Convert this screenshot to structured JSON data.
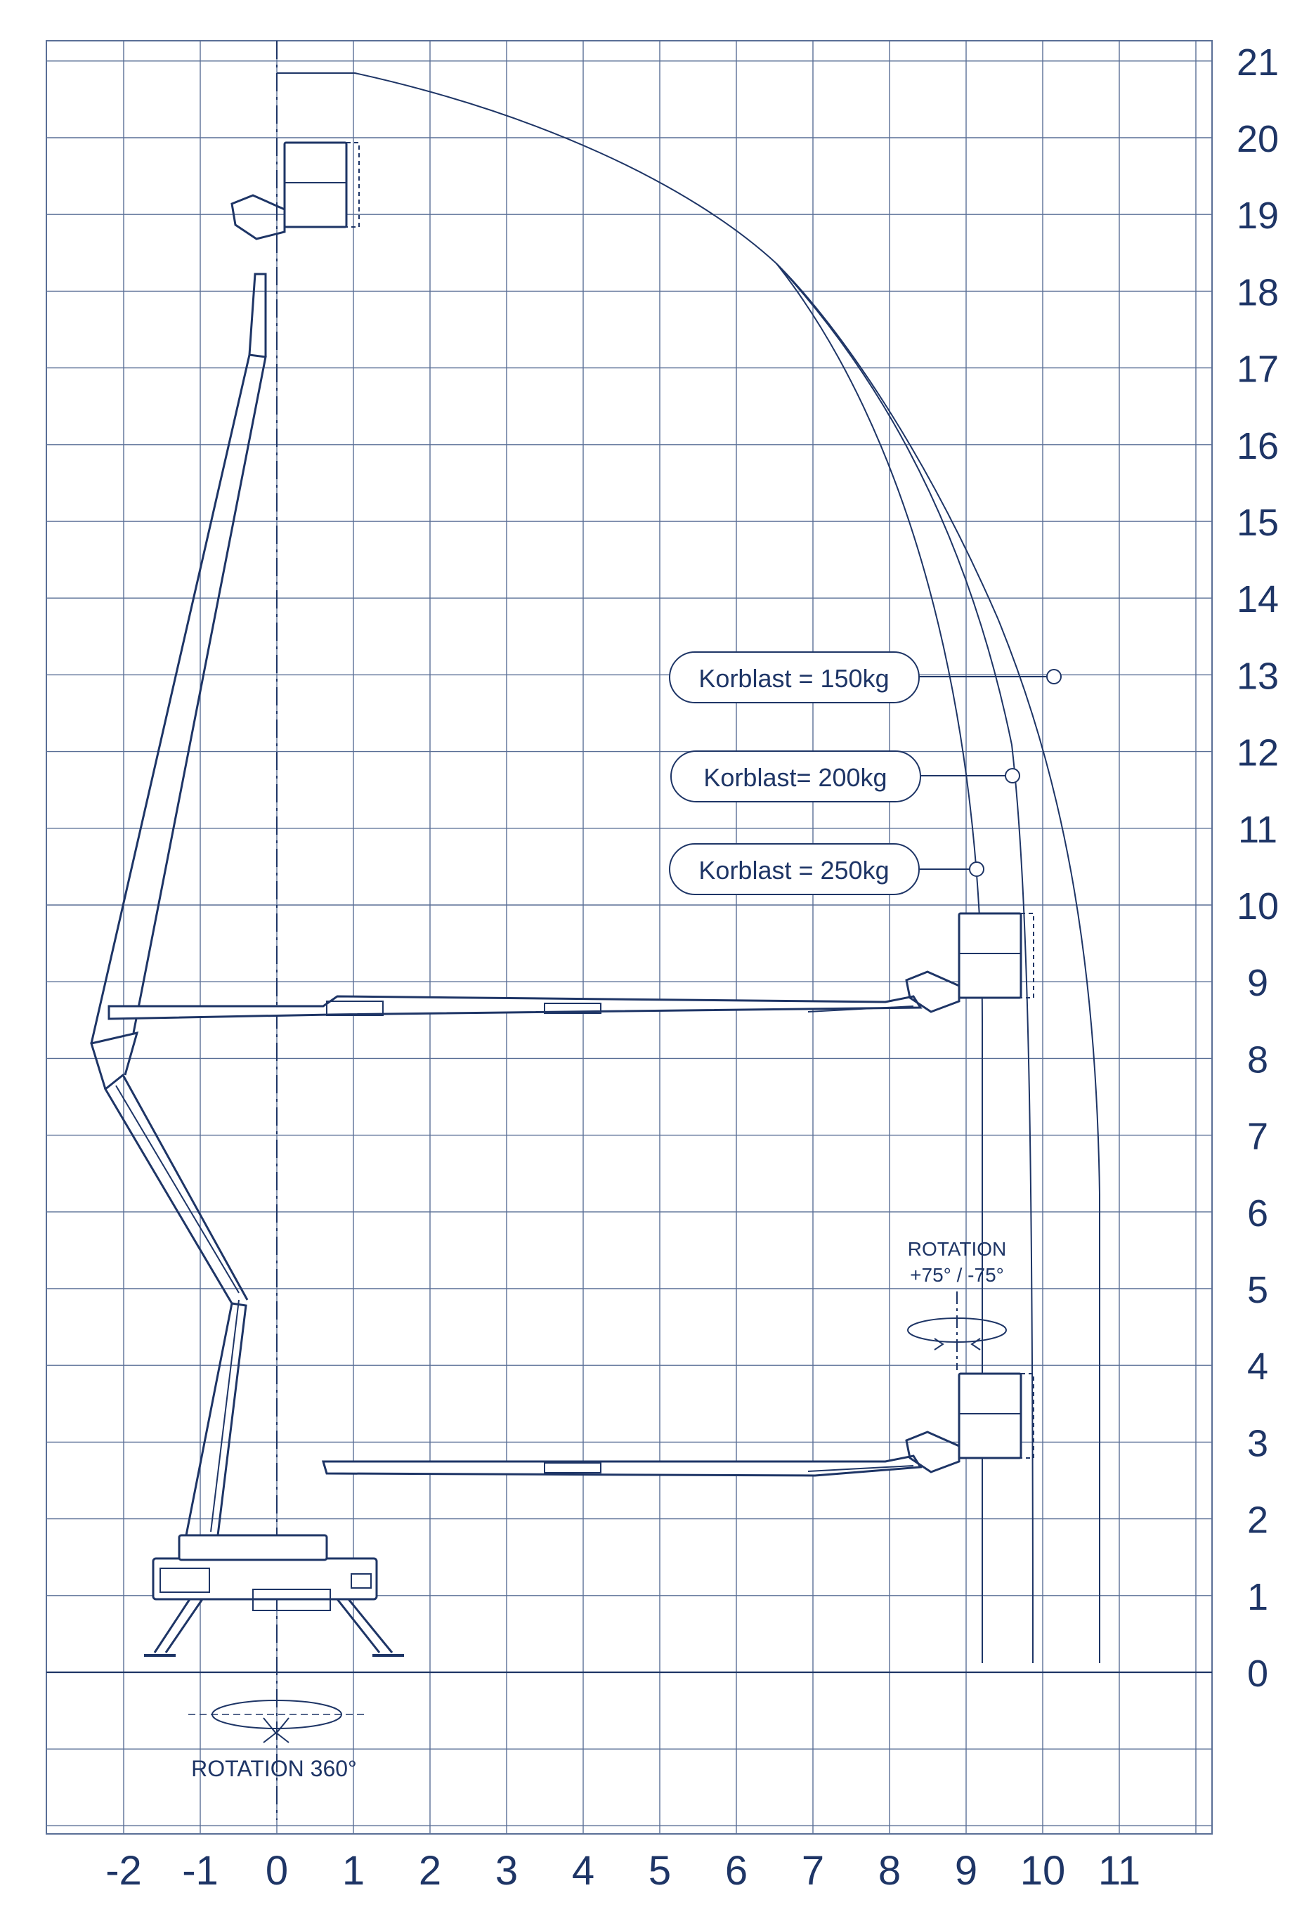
{
  "colors": {
    "ink": "#1e3566",
    "grid": "#5a6f96",
    "background": "#ffffff"
  },
  "axes": {
    "x_ticks": [
      "-2",
      "-1",
      "0",
      "1",
      "2",
      "3",
      "4",
      "5",
      "6",
      "7",
      "8",
      "9",
      "10",
      "11"
    ],
    "y_ticks": [
      "0",
      "1",
      "2",
      "3",
      "4",
      "5",
      "6",
      "7",
      "8",
      "9",
      "10",
      "11",
      "12",
      "13",
      "14",
      "15",
      "16",
      "17",
      "18",
      "19",
      "20",
      "21"
    ]
  },
  "load_curves": [
    {
      "label": "Korblast = 150kg"
    },
    {
      "label": "Korblast= 200kg"
    },
    {
      "label": "Korblast = 250kg"
    }
  ],
  "basket_rotation": {
    "title": "ROTATION",
    "range": "+75° / -75°"
  },
  "turret_rotation": {
    "label": "ROTATION 360°"
  }
}
